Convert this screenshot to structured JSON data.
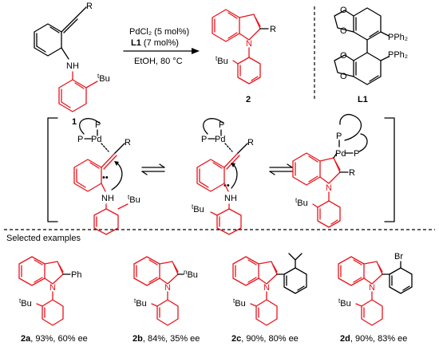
{
  "reaction": {
    "catalyst": "PdCl₂ (5 mol%)",
    "ligand_bold": "L1",
    "ligand_rest": " (7 mol%)",
    "conditions": "EtOH, 80 °C",
    "substrate_number": "1",
    "product_number": "2",
    "ligand_number": "L1"
  },
  "labels": {
    "R": "R",
    "NH": "NH",
    "N": "N",
    "tBu_sup": "t",
    "tBu_main": "Bu",
    "nBu_sup": "n",
    "Ph": "Ph",
    "P": "P",
    "Pd": "Pd",
    "PPh2": "PPh₂",
    "Br": "Br",
    "lone_pair": "••"
  },
  "examples_heading": "Selected examples",
  "examples": [
    {
      "id": "2a",
      "text": ", 93%, 60% ee"
    },
    {
      "id": "2b",
      "text": ", 84%, 35% ee"
    },
    {
      "id": "2c",
      "text": ", 90%, 80% ee"
    },
    {
      "id": "2d",
      "text": ", 90%, 83% ee"
    }
  ],
  "colors": {
    "accent": "#e8141c",
    "ink": "#000000"
  }
}
